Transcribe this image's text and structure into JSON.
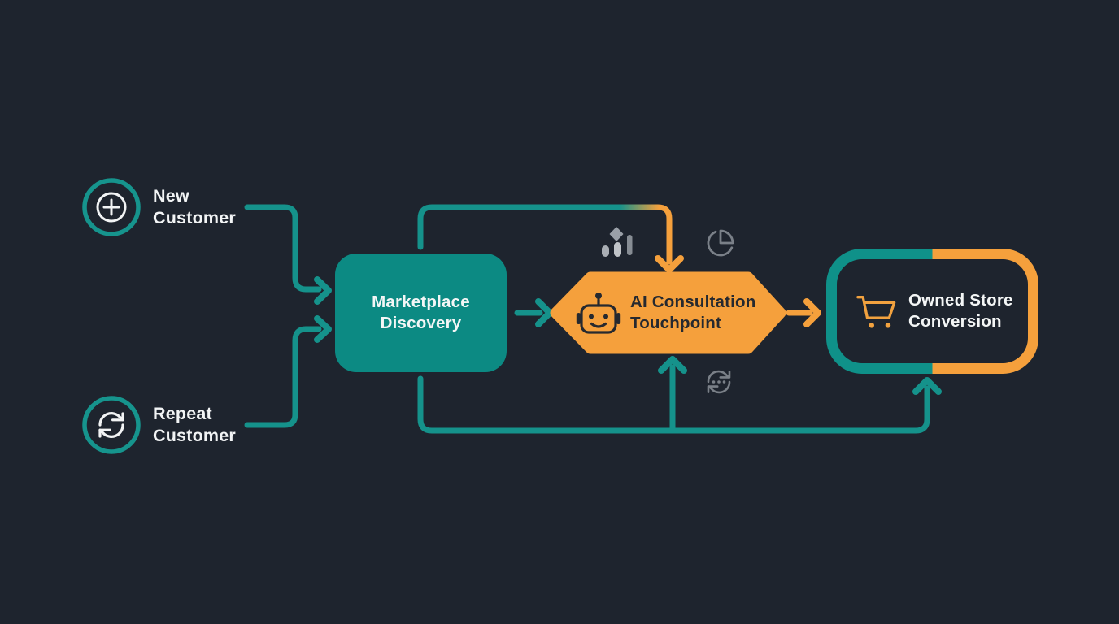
{
  "colors": {
    "background": "#1e242e",
    "teal": "#15928b",
    "teal_fill": "#0c8a83",
    "orange": "#f5a03c",
    "text_light": "#f2f4f5",
    "text_dark": "#26292f",
    "icon_gray": "#7a8088"
  },
  "entries": [
    {
      "icon": "plus-circle-icon",
      "line1": "New",
      "line2": "Customer"
    },
    {
      "icon": "refresh-icon",
      "line1": "Repeat",
      "line2": "Customer"
    }
  ],
  "nodes": {
    "marketplace": {
      "shape": "rounded-rect",
      "line1": "Marketplace",
      "line2": "Discovery"
    },
    "consultation": {
      "shape": "hexagon",
      "icon": "robot-icon",
      "line1": "AI Consultation",
      "line2": "Touchpoint"
    },
    "store": {
      "shape": "outlined-pill",
      "icon": "cart-icon",
      "line1": "Owned Store",
      "line2": "Conversion"
    }
  },
  "decorative_icons": [
    "bar-chart-icon",
    "pie-chart-icon",
    "sync-icon"
  ]
}
